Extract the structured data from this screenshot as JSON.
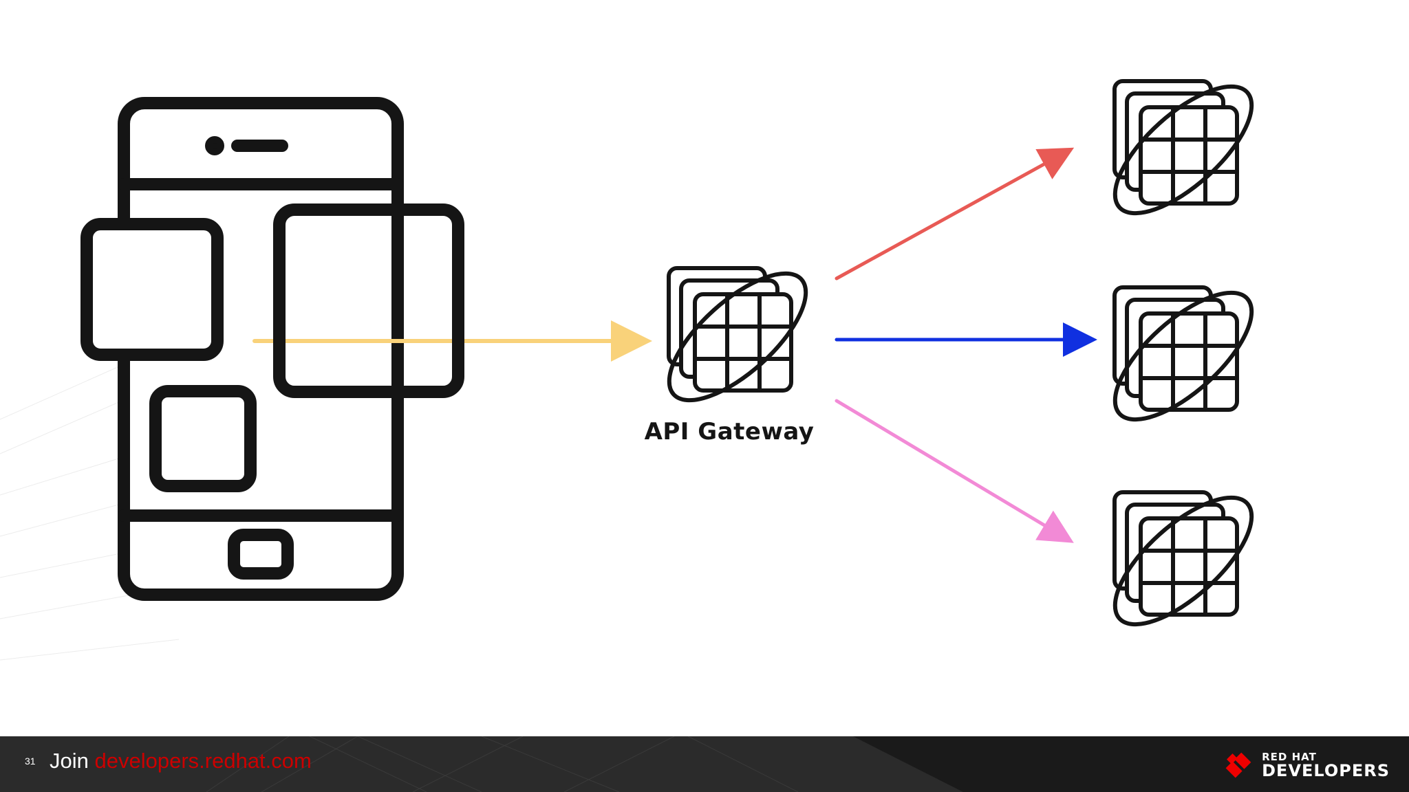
{
  "slide": {
    "gateway_label": "API Gateway",
    "slide_number": "31",
    "footer_join": "Join",
    "footer_link": "developers.redhat.com",
    "brand_top": "RED HAT",
    "brand_bottom": "DEVELOPERS"
  },
  "colors": {
    "arrow_in": "#f9d27a",
    "arrow_top": "#e85a55",
    "arrow_mid": "#1030e0",
    "arrow_bot": "#f28ad6",
    "brand_red": "#ee0000",
    "outline": "#151515"
  },
  "icons": {
    "client": "mobile-phone-icon",
    "gateway": "api-gateway-icon",
    "services": [
      "service-icon",
      "service-icon",
      "service-icon"
    ]
  }
}
